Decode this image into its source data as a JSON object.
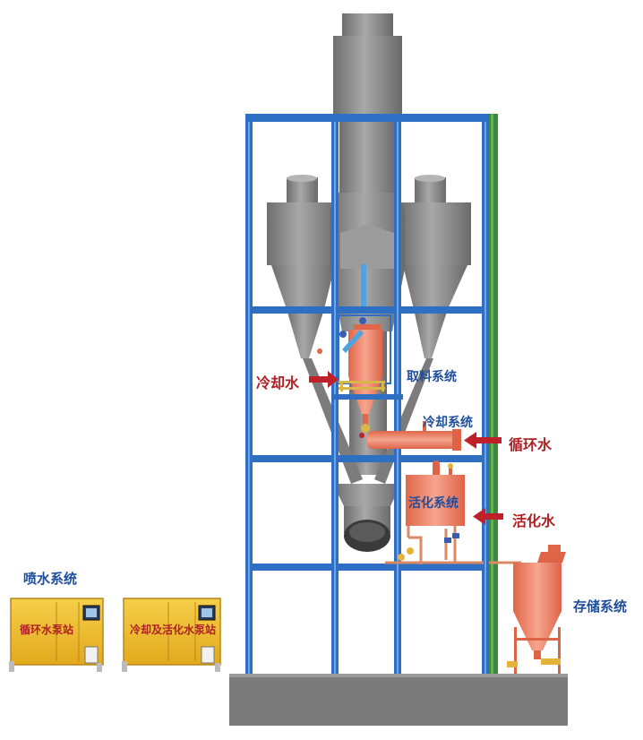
{
  "colors": {
    "frame_blue": "#2e6fc4",
    "green_post": "#3a8a3a",
    "steel_gray": "#8a8a8a",
    "salmon": "#ef7b5e",
    "arrow_red": "#c0202a",
    "cabinet_yellow": "#f2c12e",
    "ground": "#7b7b7b"
  },
  "labels": {
    "spray_system": "喷水系统",
    "cooling_water": "冷却水",
    "sampling_system": "取料系统",
    "cooling_system": "冷却系统",
    "circulating_water": "循环水",
    "activation_system": "活化系统",
    "activated_water": "活化水",
    "storage_system": "存储系统"
  },
  "cabinets": [
    {
      "label": "循环水泵站",
      "icon": "control-panel-icon"
    },
    {
      "label": "冷却及活化水泵站",
      "icon": "control-panel-icon"
    }
  ]
}
